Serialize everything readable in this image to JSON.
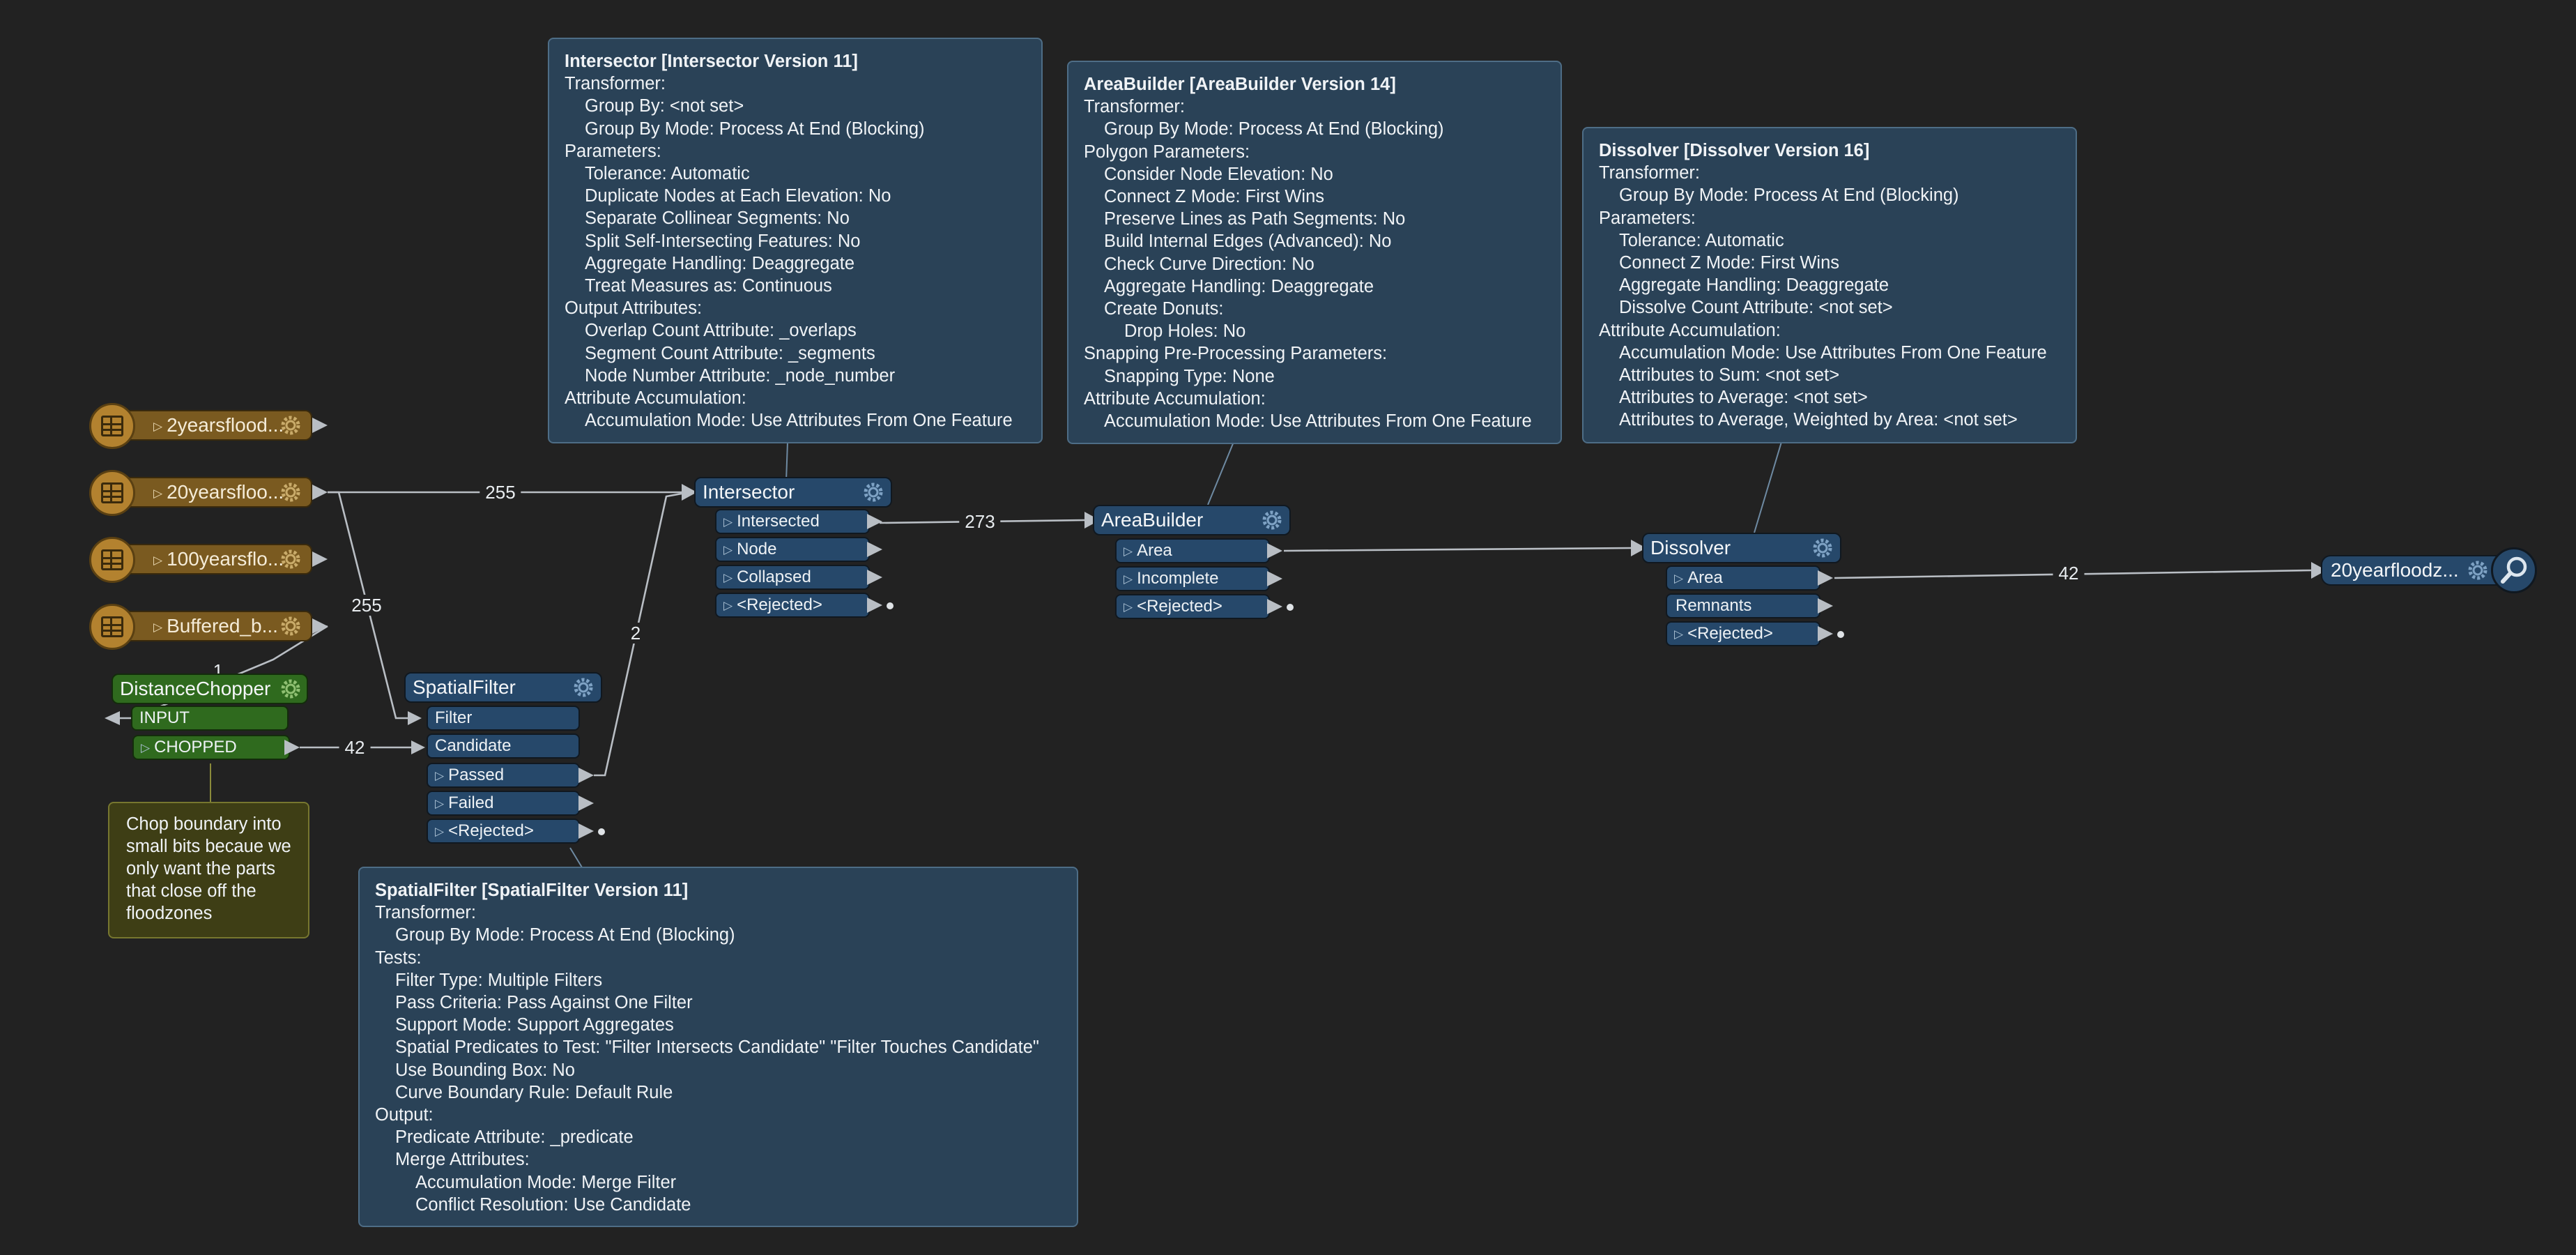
{
  "canvas": {
    "background": "#222222",
    "transformer_color": "#26486a",
    "reader_color": "#7a5a20",
    "custom_color": "#2f6a1e"
  },
  "readers": [
    {
      "label": "2yearsflood..."
    },
    {
      "label": "20yearsfloo..."
    },
    {
      "label": "100yearsflo..."
    },
    {
      "label": "Buffered_b..."
    }
  ],
  "distance_chopper": {
    "title": "DistanceChopper",
    "input": "INPUT",
    "output": "CHOPPED"
  },
  "spatial_filter": {
    "title": "SpatialFilter",
    "inputs": [
      "Filter",
      "Candidate"
    ],
    "outputs": [
      "Passed",
      "Failed",
      "<Rejected>"
    ]
  },
  "intersector": {
    "title": "Intersector",
    "outputs": [
      "Intersected",
      "Node",
      "Collapsed",
      "<Rejected>"
    ]
  },
  "area_builder": {
    "title": "AreaBuilder",
    "outputs": [
      "Area",
      "Incomplete",
      "<Rejected>"
    ]
  },
  "dissolver": {
    "title": "Dissolver",
    "outputs": [
      "Area",
      "Remnants",
      "<Rejected>"
    ]
  },
  "inspector": {
    "title": "20yearfloodz..."
  },
  "counts": {
    "c_255_top": "255",
    "c_255_diag": "255",
    "c_1": "1",
    "c_42_chop": "42",
    "c_2": "2",
    "c_273": "273",
    "c_42_final": "42"
  },
  "annotations": {
    "intersector": {
      "title": "Intersector [Intersector Version 11]",
      "lines": [
        {
          "t": "Transformer:",
          "i": 0
        },
        {
          "t": "Group By: <not set>",
          "i": 1
        },
        {
          "t": "Group By Mode: Process At End (Blocking)",
          "i": 1
        },
        {
          "t": "Parameters:",
          "i": 0
        },
        {
          "t": "Tolerance: Automatic",
          "i": 1
        },
        {
          "t": "Duplicate Nodes at Each Elevation: No",
          "i": 1
        },
        {
          "t": "Separate Collinear Segments: No",
          "i": 1
        },
        {
          "t": "Split Self-Intersecting Features: No",
          "i": 1
        },
        {
          "t": "Aggregate Handling: Deaggregate",
          "i": 1
        },
        {
          "t": "Treat Measures as: Continuous",
          "i": 1
        },
        {
          "t": "Output Attributes:",
          "i": 0
        },
        {
          "t": "Overlap Count Attribute: _overlaps",
          "i": 1
        },
        {
          "t": "Segment Count Attribute: _segments",
          "i": 1
        },
        {
          "t": "Node Number Attribute: _node_number",
          "i": 1
        },
        {
          "t": "Attribute Accumulation:",
          "i": 0
        },
        {
          "t": "Accumulation Mode: Use Attributes From One Feature",
          "i": 1
        }
      ]
    },
    "area_builder": {
      "title": "AreaBuilder [AreaBuilder Version 14]",
      "lines": [
        {
          "t": "Transformer:",
          "i": 0
        },
        {
          "t": "Group By Mode: Process At End (Blocking)",
          "i": 1
        },
        {
          "t": "Polygon Parameters:",
          "i": 0
        },
        {
          "t": "Consider Node Elevation: No",
          "i": 1
        },
        {
          "t": "Connect Z Mode: First Wins",
          "i": 1
        },
        {
          "t": "Preserve Lines as Path Segments: No",
          "i": 1
        },
        {
          "t": "Build Internal Edges (Advanced): No",
          "i": 1
        },
        {
          "t": "Check Curve Direction: No",
          "i": 1
        },
        {
          "t": "Aggregate Handling: Deaggregate",
          "i": 1
        },
        {
          "t": "Create Donuts:",
          "i": 1
        },
        {
          "t": "Drop Holes: No",
          "i": 2
        },
        {
          "t": "Snapping Pre-Processing Parameters:",
          "i": 0
        },
        {
          "t": "Snapping Type: None",
          "i": 1
        },
        {
          "t": "Attribute Accumulation:",
          "i": 0
        },
        {
          "t": "Accumulation Mode: Use Attributes From One Feature",
          "i": 1
        }
      ]
    },
    "dissolver": {
      "title": "Dissolver [Dissolver Version 16]",
      "lines": [
        {
          "t": "Transformer:",
          "i": 0
        },
        {
          "t": "Group By Mode: Process At End (Blocking)",
          "i": 1
        },
        {
          "t": "Parameters:",
          "i": 0
        },
        {
          "t": "Tolerance: Automatic",
          "i": 1
        },
        {
          "t": "Connect Z Mode: First Wins",
          "i": 1
        },
        {
          "t": "Aggregate Handling: Deaggregate",
          "i": 1
        },
        {
          "t": "Dissolve Count Attribute: <not set>",
          "i": 1
        },
        {
          "t": "Attribute Accumulation:",
          "i": 0
        },
        {
          "t": "Accumulation Mode: Use Attributes From One Feature",
          "i": 1
        },
        {
          "t": "Attributes to Sum: <not set>",
          "i": 1
        },
        {
          "t": "Attributes to Average: <not set>",
          "i": 1
        },
        {
          "t": "Attributes to Average, Weighted by Area: <not set>",
          "i": 1
        }
      ]
    },
    "spatial_filter": {
      "title": "SpatialFilter [SpatialFilter Version 11]",
      "lines": [
        {
          "t": "Transformer:",
          "i": 0
        },
        {
          "t": "Group By Mode: Process At End (Blocking)",
          "i": 1
        },
        {
          "t": "Tests:",
          "i": 0
        },
        {
          "t": "Filter Type: Multiple Filters",
          "i": 1
        },
        {
          "t": "Pass Criteria: Pass Against One Filter",
          "i": 1
        },
        {
          "t": "Support Mode: Support Aggregates",
          "i": 1
        },
        {
          "t": "Spatial Predicates to Test: \"Filter Intersects Candidate\" \"Filter Touches Candidate\"",
          "i": 1
        },
        {
          "t": "Use Bounding Box: No",
          "i": 1
        },
        {
          "t": "Curve Boundary Rule: Default Rule",
          "i": 1
        },
        {
          "t": "Output:",
          "i": 0
        },
        {
          "t": "Predicate Attribute: _predicate",
          "i": 1
        },
        {
          "t": "Merge Attributes:",
          "i": 1
        },
        {
          "t": "Accumulation Mode: Merge Filter",
          "i": 2
        },
        {
          "t": "Conflict Resolution: Use Candidate",
          "i": 2
        }
      ]
    },
    "note": {
      "text": "Chop boundary into small bits becaue we only want the parts that close off the floodzones"
    }
  }
}
